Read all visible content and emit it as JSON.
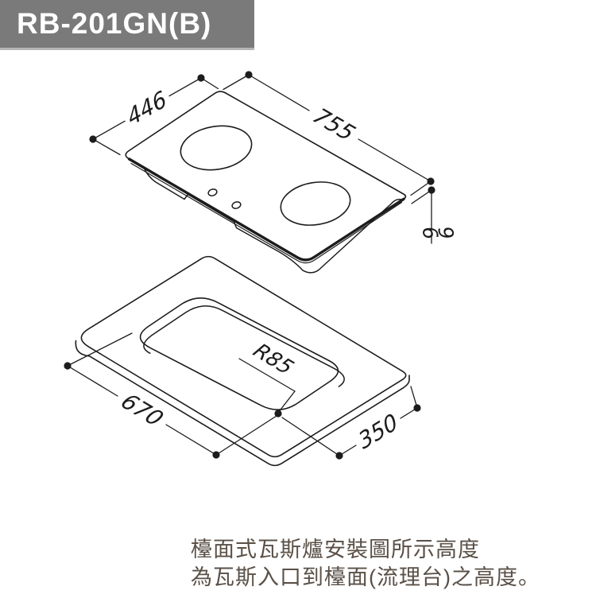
{
  "header": {
    "model": "RB-201GN(B)"
  },
  "diagram": {
    "title": "built-in gas hob installation diagram",
    "dims": {
      "depth": "446",
      "width": "755",
      "height": "96",
      "cutout_length": "670",
      "cutout_width": "350",
      "cutout_radius": "R85"
    }
  },
  "footer": {
    "line1": "檯面式瓦斯爐安裝圖所示高度",
    "line2": "為瓦斯入口到檯面(流理台)之高度。"
  },
  "colors": {
    "titlebar_bg": "#7a7a7a",
    "titlebar_text": "#ffffff",
    "line_art": "#1c1c1c",
    "footer_text": "#5a5047",
    "background": "#ffffff"
  }
}
